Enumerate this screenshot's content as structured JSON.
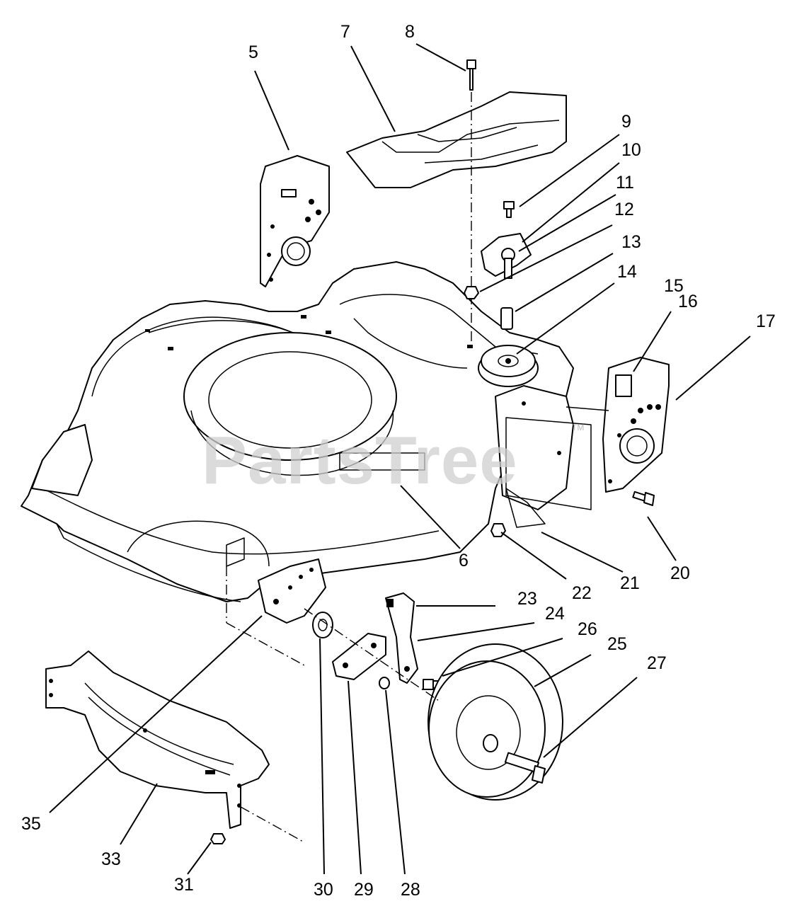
{
  "watermark": {
    "text": "PartsTree",
    "trademark": "TM"
  },
  "callouts": [
    {
      "id": "5",
      "label": "5"
    },
    {
      "id": "6",
      "label": "6"
    },
    {
      "id": "7",
      "label": "7"
    },
    {
      "id": "8",
      "label": "8"
    },
    {
      "id": "9",
      "label": "9"
    },
    {
      "id": "10",
      "label": "10"
    },
    {
      "id": "11",
      "label": "11"
    },
    {
      "id": "12",
      "label": "12"
    },
    {
      "id": "13",
      "label": "13"
    },
    {
      "id": "14",
      "label": "14"
    },
    {
      "id": "15",
      "label": "15"
    },
    {
      "id": "16",
      "label": "16"
    },
    {
      "id": "17",
      "label": "17"
    },
    {
      "id": "20",
      "label": "20"
    },
    {
      "id": "21",
      "label": "21"
    },
    {
      "id": "22",
      "label": "22"
    },
    {
      "id": "23",
      "label": "23"
    },
    {
      "id": "24",
      "label": "24"
    },
    {
      "id": "25",
      "label": "25"
    },
    {
      "id": "26",
      "label": "26"
    },
    {
      "id": "27",
      "label": "27"
    },
    {
      "id": "28",
      "label": "28"
    },
    {
      "id": "29",
      "label": "29"
    },
    {
      "id": "30",
      "label": "30"
    },
    {
      "id": "31",
      "label": "31"
    },
    {
      "id": "33",
      "label": "33"
    },
    {
      "id": "35",
      "label": "35"
    }
  ]
}
